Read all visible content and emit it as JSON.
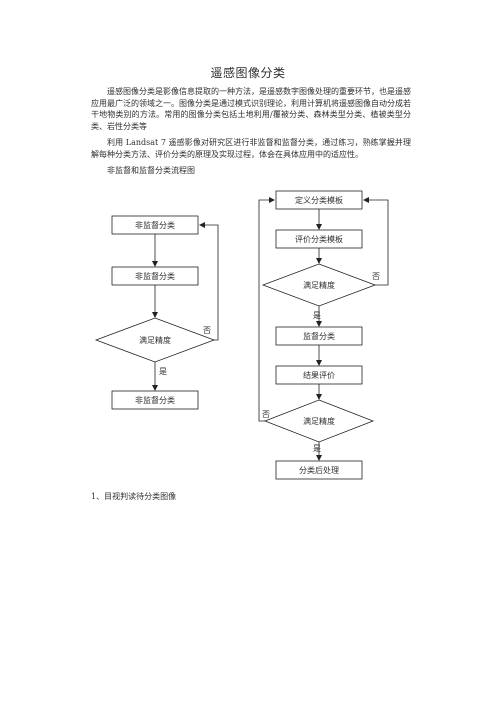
{
  "document": {
    "title": "遥感图像分类",
    "paragraph1": "遥感图像分类是影像信息提取的一种方法，是遥感数字图像处理的重要环节，也是遥感应用最广泛的领域之一。图像分类是通过模式识别理论，利用计算机将遥感图像自动分成若干地物类别的方法。常用的图像分类包括土地利用/覆被分类、森林类型分类、植被类型分类、岩性分类等",
    "paragraph2": "利用 Landsat 7 遥感影像对研究区进行非监督和监督分类，通过练习，熟练掌握并理解每种分类方法、评价分类的原理及实现过程，体会在具体应用中的适应性。",
    "flowchart_caption": "非监督和监督分类流程图",
    "section_heading": "1、目视判读待分类图像"
  },
  "flowchart_left": {
    "box1": "非监督分类",
    "box2": "非监督分类",
    "decision": "满足精度",
    "no_label": "否",
    "yes_label": "是",
    "box3": "非监督分类"
  },
  "flowchart_right": {
    "box1": "定义分类模板",
    "box2": "评价分类模板",
    "decision1": "满足精度",
    "no_label1": "否",
    "yes_label1": "是",
    "box3": "监督分类",
    "box4": "结果评价",
    "decision2": "满足精度",
    "no_label2": "否",
    "yes_label2": "是",
    "box5": "分类后处理"
  }
}
